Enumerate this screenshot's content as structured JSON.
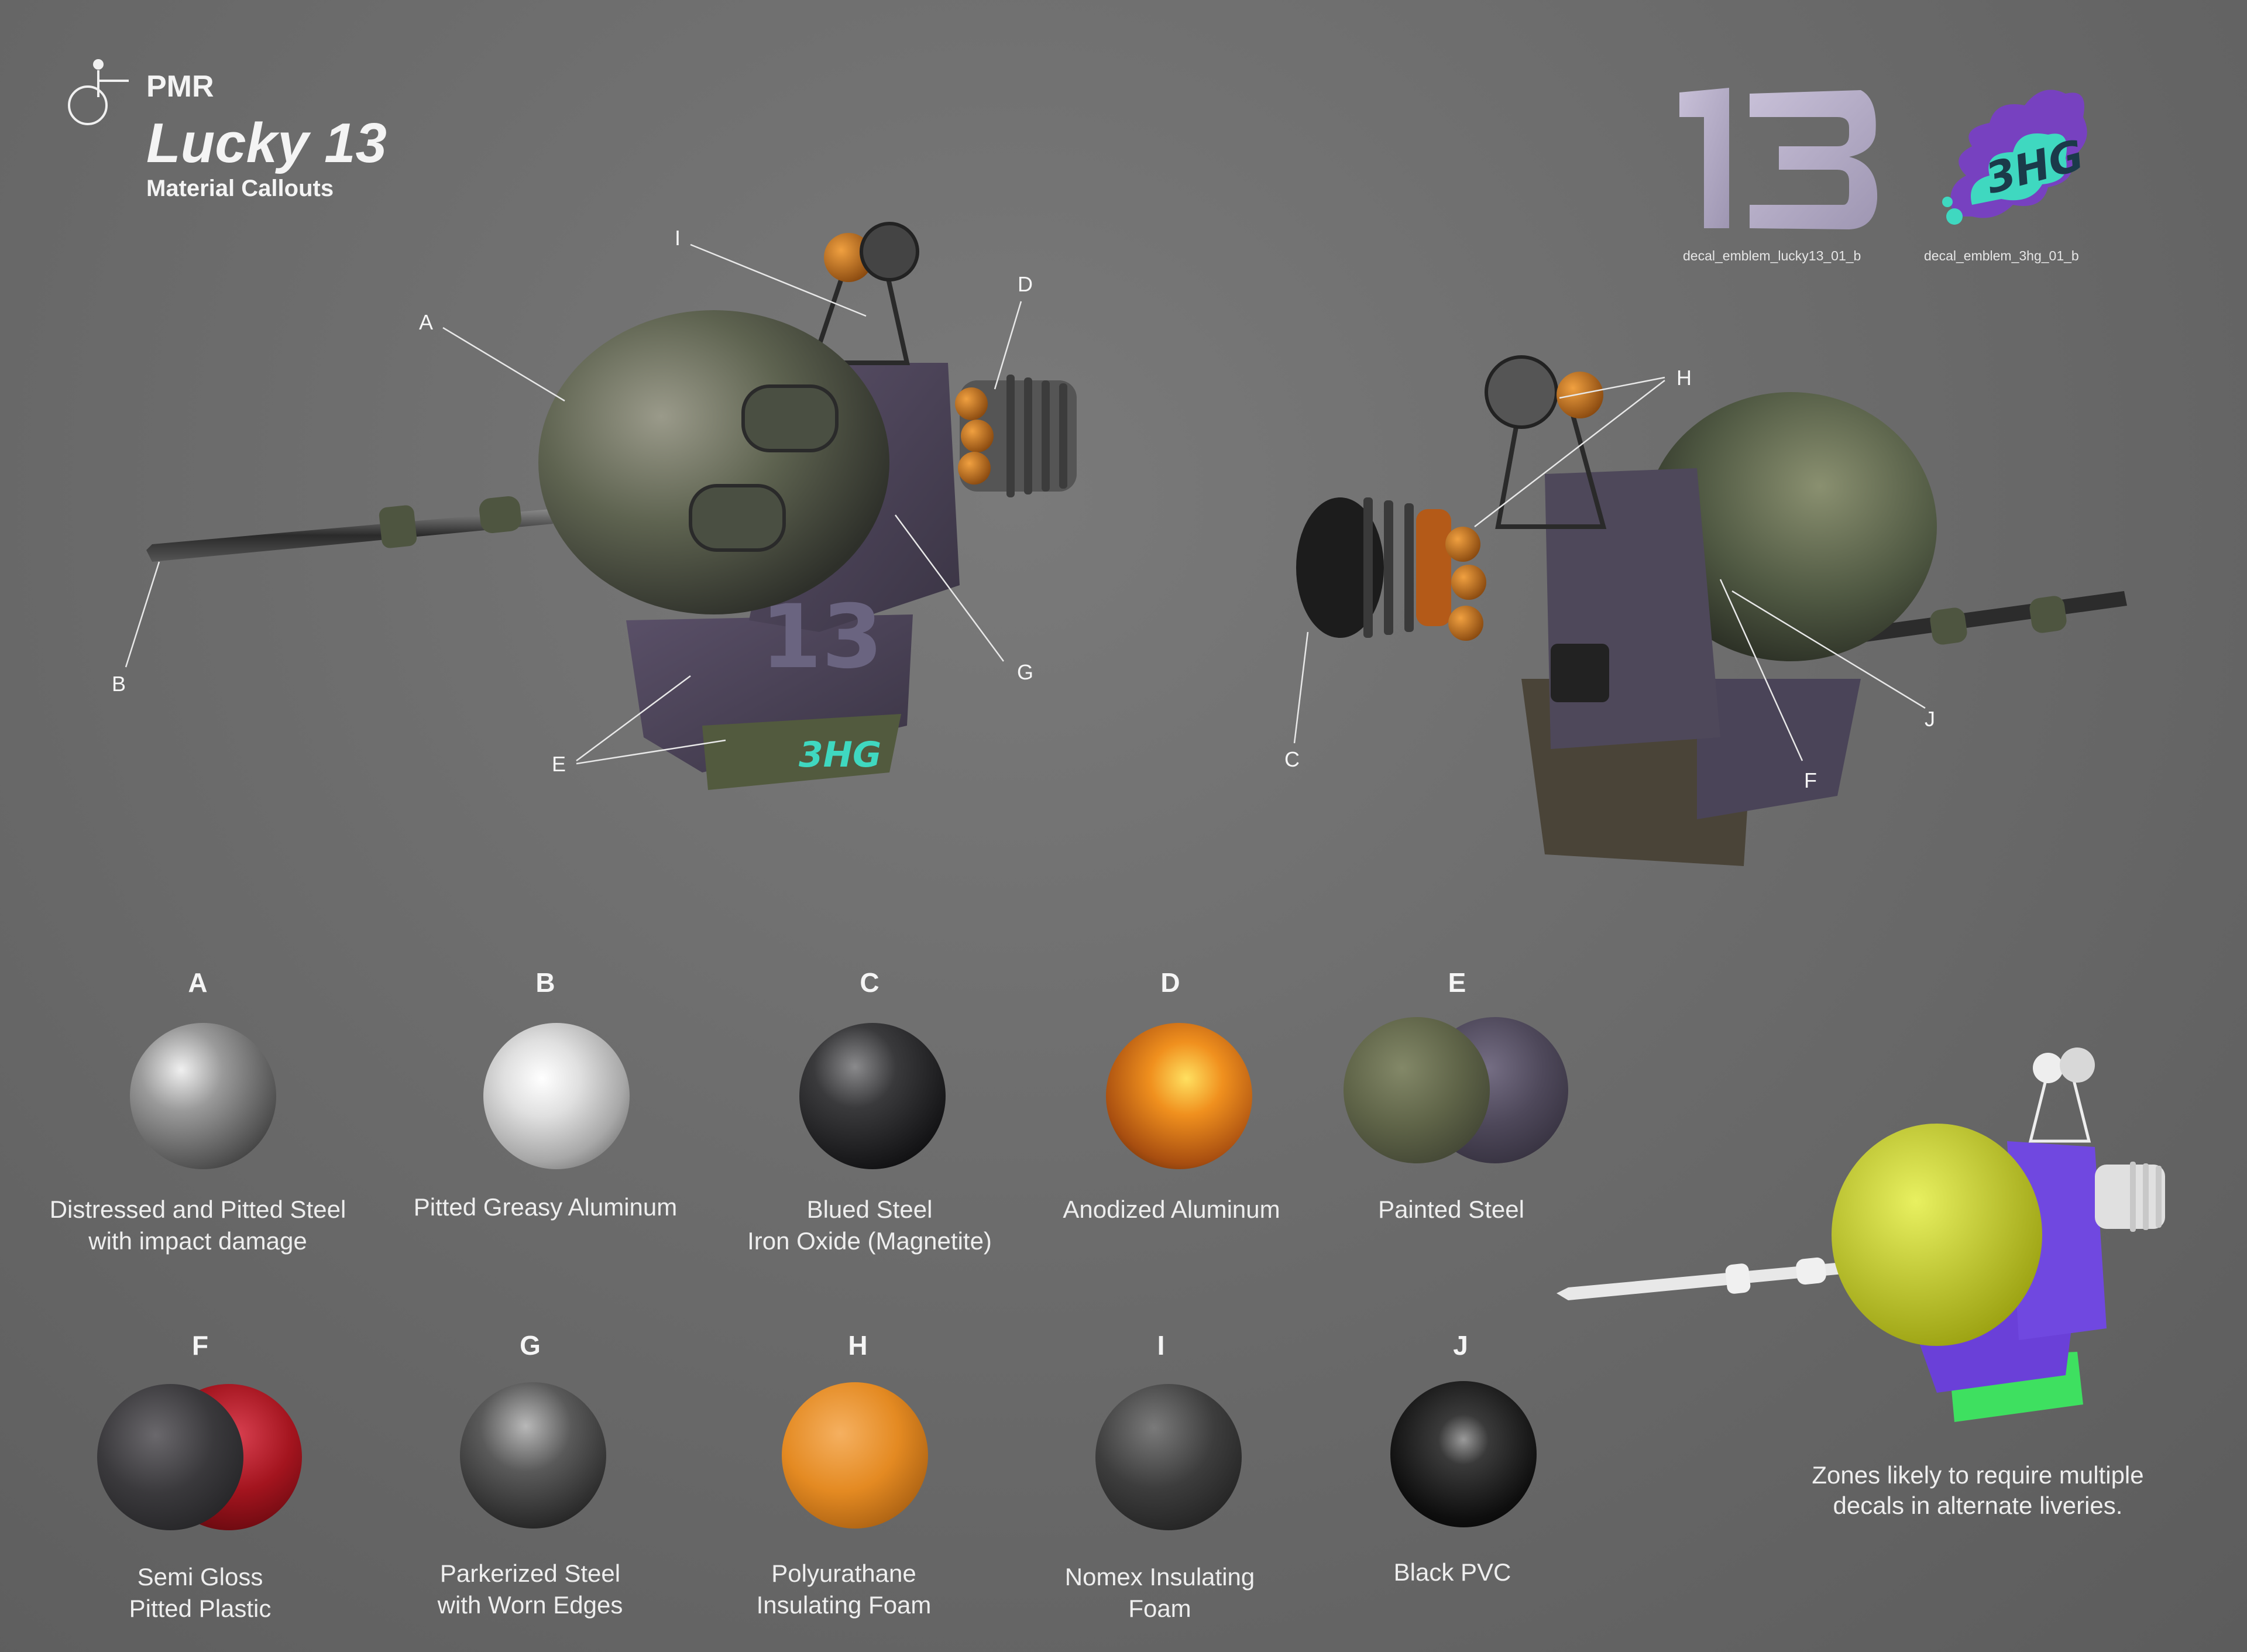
{
  "header": {
    "brand": "PMR",
    "title": "Lucky 13",
    "subtitle": "Material Callouts"
  },
  "decals": [
    {
      "label": "decal_emblem_lucky13_01_b",
      "glyph": "13"
    },
    {
      "label": "decal_emblem_3hg_01_b",
      "glyph": "3HG"
    }
  ],
  "callouts": [
    "I",
    "D",
    "A",
    "H",
    "B",
    "G",
    "J",
    "E",
    "C",
    "F"
  ],
  "swatches": [
    {
      "letter": "A",
      "caption_1": "Distressed and Pitted Steel",
      "caption_2": "with impact damage",
      "color": "#8a8a8a"
    },
    {
      "letter": "B",
      "caption_1": "Pitted Greasy Aluminum",
      "caption_2": "",
      "color": "#cfcfcf"
    },
    {
      "letter": "C",
      "caption_1": "Blued Steel",
      "caption_2": "Iron Oxide (Magnetite)",
      "color": "#2a2a2c"
    },
    {
      "letter": "D",
      "caption_1": "Anodized Aluminum",
      "caption_2": "",
      "color": "#e07a1a"
    },
    {
      "letter": "E",
      "caption_1": "Painted Steel",
      "caption_2": "",
      "color_a": "#5f6448",
      "color_b": "#4e4858"
    },
    {
      "letter": "F",
      "caption_1": "Semi Gloss",
      "caption_2": "Pitted Plastic",
      "color_a": "#3a393c",
      "color_b": "#a3141e"
    },
    {
      "letter": "G",
      "caption_1": "Parkerized Steel",
      "caption_2": "with Worn Edges",
      "color": "#474747"
    },
    {
      "letter": "H",
      "caption_1": "Polyurathane",
      "caption_2": "Insulating Foam",
      "color": "#e48a22"
    },
    {
      "letter": "I",
      "caption_1": "Nomex Insulating",
      "caption_2": "Foam",
      "color": "#3d3d3d"
    },
    {
      "letter": "J",
      "caption_1": "Black PVC",
      "caption_2": "",
      "color": "#151515"
    }
  ],
  "footer_note": {
    "line_1": "Zones likely to require multiple",
    "line_2": "decals in alternate liveries."
  }
}
